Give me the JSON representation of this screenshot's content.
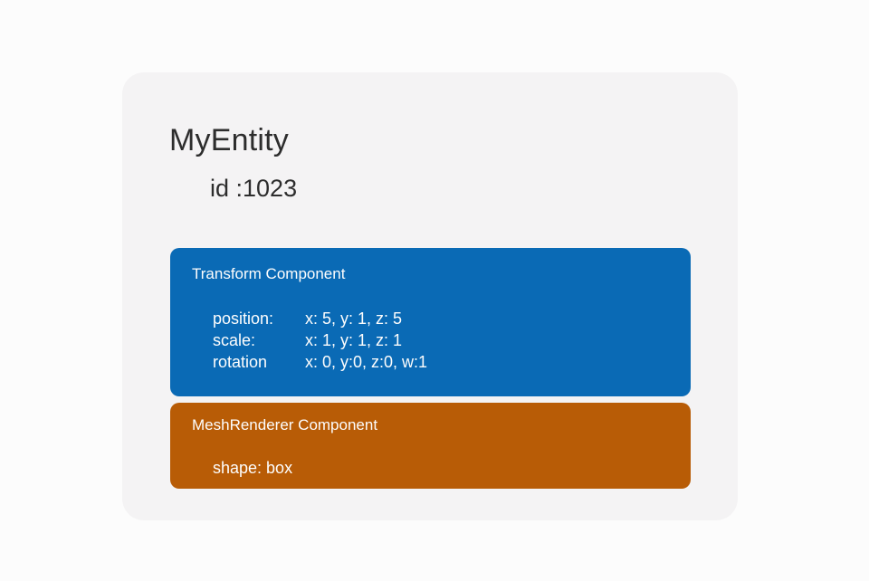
{
  "colors": {
    "page_bg": "#fcfcfc",
    "card_bg": "#f4f3f4",
    "entity_text": "#2d2d2d",
    "component_text": "#ffffff"
  },
  "entity": {
    "name": "MyEntity",
    "id": "id :1023"
  },
  "components": [
    {
      "title": "Transform Component",
      "color": "#0a6ab5",
      "rows": [
        {
          "label": "position:",
          "value": "x: 5, y: 1, z: 5"
        },
        {
          "label": "scale:",
          "value": "x: 1, y: 1, z: 1"
        },
        {
          "label": "rotation",
          "value": "x: 0, y:0, z:0, w:1"
        }
      ]
    },
    {
      "title": "MeshRenderer Component",
      "color": "#b85c06",
      "rows": [
        {
          "label": "shape: box",
          "value": ""
        }
      ]
    }
  ]
}
